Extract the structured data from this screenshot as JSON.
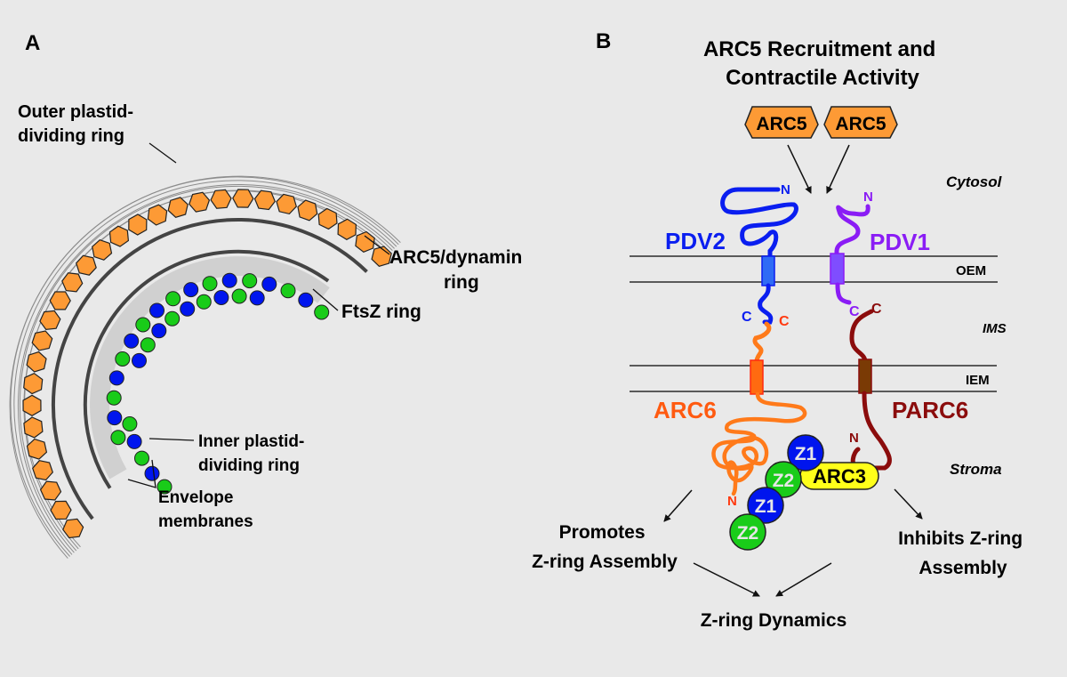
{
  "panel_a": {
    "label": "A",
    "outer_pd_ring": [
      "Outer plastid-",
      "dividing ring"
    ],
    "arc5_ring": [
      "ARC5/dynamin",
      "ring"
    ],
    "ftsz_ring": "FtsZ ring",
    "inner_pd_ring": [
      "Inner plastid-",
      "dividing ring"
    ],
    "envelope": [
      "Envelope",
      "membranes"
    ]
  },
  "panel_b": {
    "label": "B",
    "title": [
      "ARC5 Recruitment and",
      "Contractile Activity"
    ],
    "arc5_a": "ARC5",
    "arc5_b": "ARC5",
    "compartments": {
      "cytosol": "Cytosol",
      "oem": "OEM",
      "ims": "IMS",
      "iem": "IEM",
      "stroma": "Stroma"
    },
    "proteins": {
      "pdv2": "PDV2",
      "pdv1": "PDV1",
      "arc6": "ARC6",
      "parc6": "PARC6",
      "arc3": "ARC3",
      "z1": "Z1",
      "z2": "Z2"
    },
    "termini": {
      "n": "N",
      "c": "C"
    },
    "promotes": [
      "Promotes",
      "Z-ring Assembly"
    ],
    "inhibits": [
      "Inhibits Z-ring",
      "Assembly"
    ],
    "dynamics": "Z-ring Dynamics"
  },
  "colors": {
    "background": "#e9e9e9",
    "arc5_orange": "#fd9a35",
    "ftsz_blue": "#0015ee",
    "ftsz_green": "#19cc19",
    "pdv2_blue": "#0a1ef0",
    "pdv1_purple": "#8a1cf5",
    "arc6_orange": "#ff6a10",
    "parc6_red": "#8b0c0c",
    "arc3_yellow": "#ffff1a"
  }
}
